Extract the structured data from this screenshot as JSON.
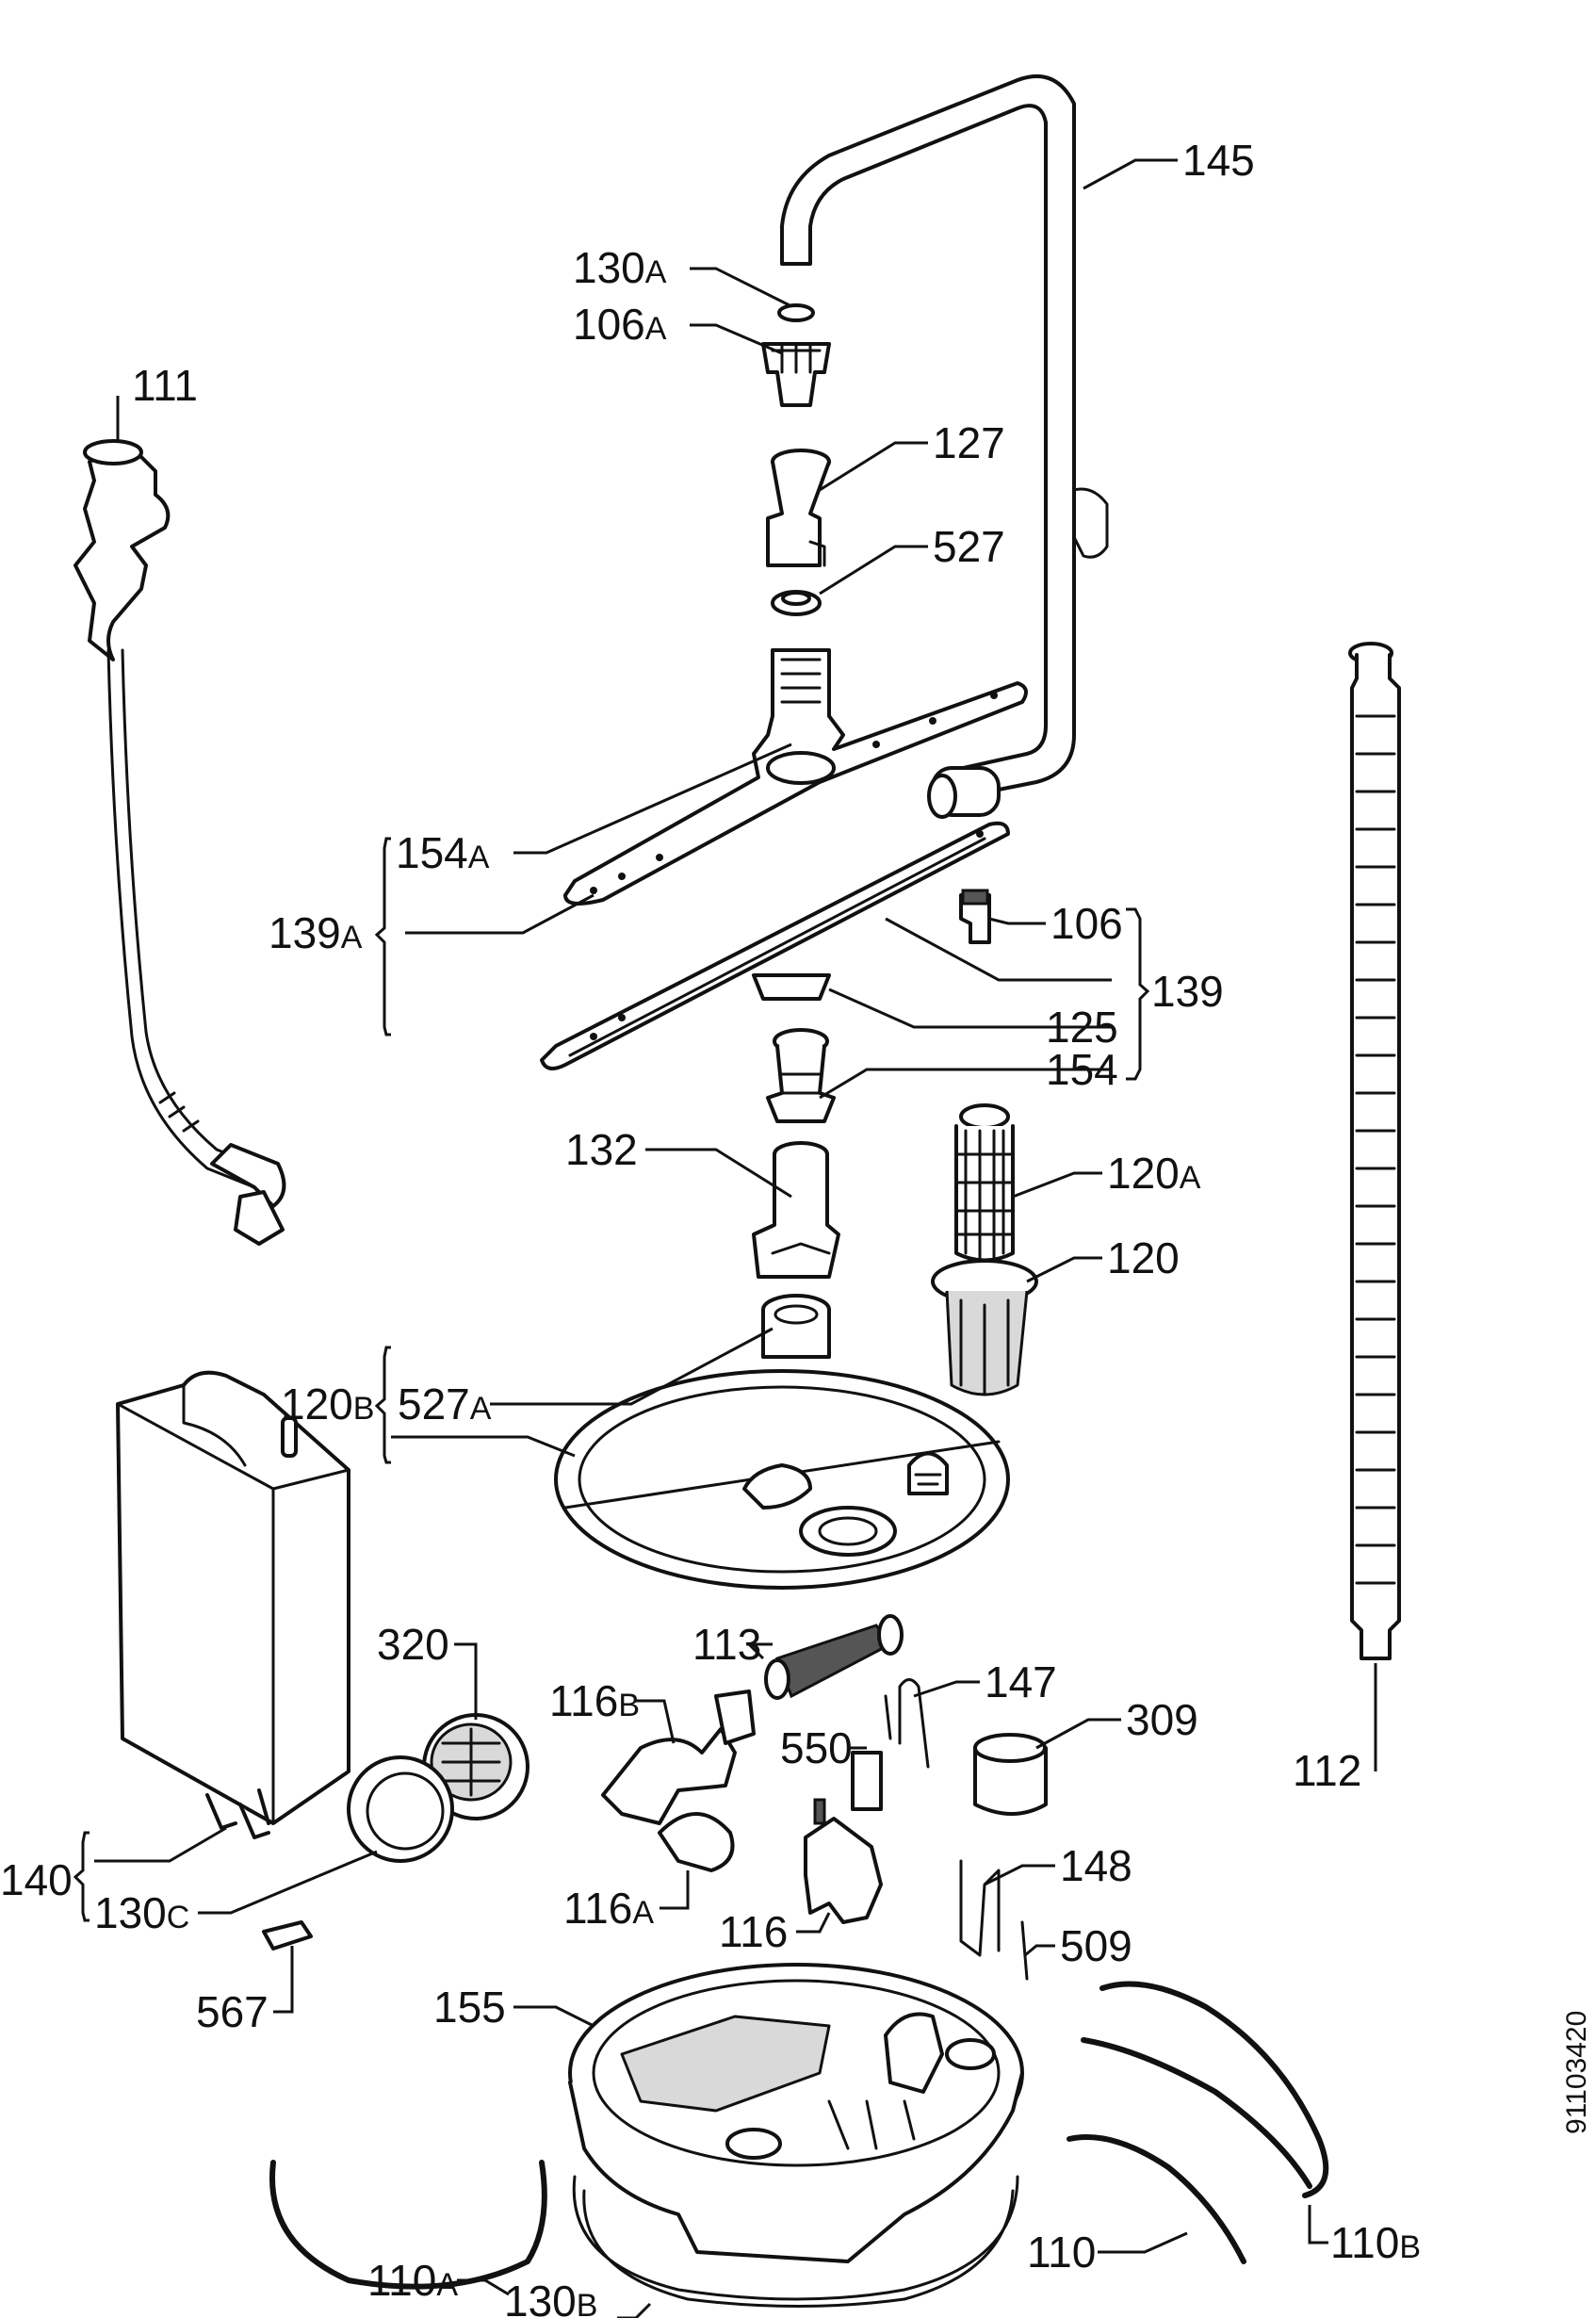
{
  "labels": {
    "p145": "145",
    "p130a_num": "130",
    "p130a_suf": "A",
    "p106a_num": "106",
    "p106a_suf": "A",
    "p111": "111",
    "p127": "127",
    "p527": "527",
    "p154a_num": "154",
    "p154a_suf": "A",
    "p139a_num": "139",
    "p139a_suf": "A",
    "p106": "106",
    "p139": "139",
    "p125": "125",
    "p154": "154",
    "p132": "132",
    "p120a_num": "120",
    "p120a_suf": "A",
    "p120": "120",
    "p120b_num": "120",
    "p120b_suf": "B",
    "p527a_num": "527",
    "p527a_suf": "A",
    "p113": "113",
    "p147": "147",
    "p320": "320",
    "p116b_num": "116",
    "p116b_suf": "B",
    "p309": "309",
    "p550": "550",
    "p112": "112",
    "p140": "140",
    "p130c_num": "130",
    "p130c_suf": "C",
    "p116a_num": "116",
    "p116a_suf": "A",
    "p116": "116",
    "p148": "148",
    "p509": "509",
    "p567": "567",
    "p155": "155",
    "p110a_num": "110",
    "p110a_suf": "A",
    "p110": "110",
    "p110b_num": "110",
    "p110b_suf": "B",
    "p130b_num": "130",
    "p130b_suf": "B"
  },
  "drawing_code": "91103420"
}
